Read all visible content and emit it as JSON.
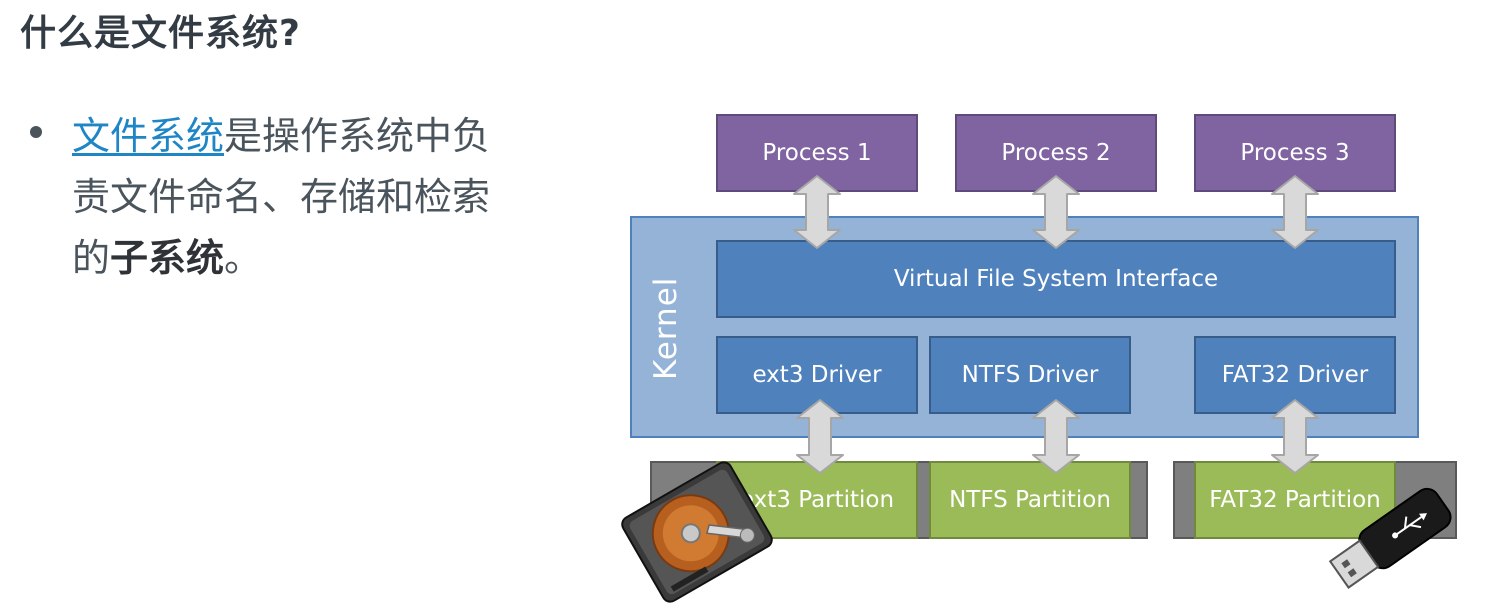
{
  "slide": {
    "title": "什么是文件系统?",
    "bullet": {
      "link_text": "文件系统",
      "text_part1": "是操作系统中负责文件命名、存储和检索的",
      "bold_text": "子系统",
      "text_part2": "。"
    }
  },
  "diagram": {
    "processes": [
      "Process 1",
      "Process 2",
      "Process 3"
    ],
    "kernel_label": "Kernel",
    "vfs_label": "Virtual File System Interface",
    "drivers": [
      "ext3 Driver",
      "NTFS Driver",
      "FAT32 Driver"
    ],
    "partitions": [
      "ext3 Partition",
      "NTFS Partition",
      "FAT32 Partition"
    ],
    "icons": [
      "hard-drive-icon",
      "usb-drive-icon"
    ],
    "colors": {
      "process": "#8063a1",
      "kernel": "#95b3d7",
      "layer": "#4f81bd",
      "partition": "#9bbb59",
      "disk": "#7f7f7f",
      "arrow": "#d9d9d9"
    }
  }
}
